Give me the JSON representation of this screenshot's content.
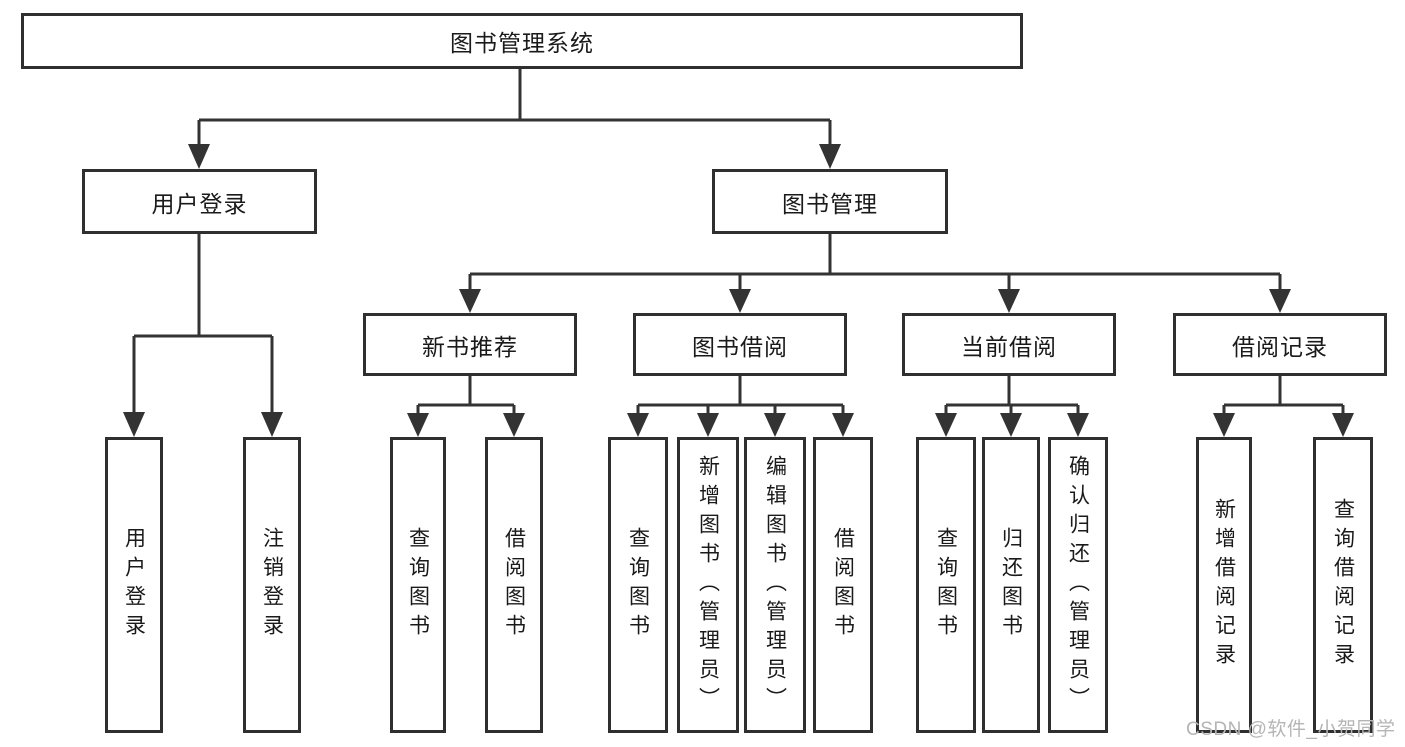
{
  "diagram": {
    "type": "hierarchy-tree",
    "root": {
      "label": "图书管理系统"
    },
    "level2": [
      {
        "label": "用户登录"
      },
      {
        "label": "图书管理"
      }
    ],
    "level3": [
      {
        "label": "新书推荐",
        "parent": "图书管理"
      },
      {
        "label": "图书借阅",
        "parent": "图书管理"
      },
      {
        "label": "当前借阅",
        "parent": "图书管理"
      },
      {
        "label": "借阅记录",
        "parent": "图书管理"
      }
    ],
    "leaves": [
      {
        "label": "用户登录",
        "parent": "用户登录"
      },
      {
        "label": "注销登录",
        "parent": "用户登录"
      },
      {
        "label": "查询图书",
        "parent": "新书推荐"
      },
      {
        "label": "借阅图书",
        "parent": "新书推荐"
      },
      {
        "label": "查询图书",
        "parent": "图书借阅"
      },
      {
        "label": "新增图书（管理员）",
        "parent": "图书借阅"
      },
      {
        "label": "编辑图书（管理员）",
        "parent": "图书借阅"
      },
      {
        "label": "借阅图书",
        "parent": "图书借阅"
      },
      {
        "label": "查询图书",
        "parent": "当前借阅"
      },
      {
        "label": "归还图书",
        "parent": "当前借阅"
      },
      {
        "label": "确认归还（管理员）",
        "parent": "当前借阅"
      },
      {
        "label": "新增借阅记录",
        "parent": "借阅记录"
      },
      {
        "label": "查询借阅记录",
        "parent": "借阅记录"
      }
    ],
    "watermark": "CSDN @软件_小贺同学",
    "colors": {
      "line": "#333333",
      "box_border": "#2f2f2f",
      "box_background": "#ffffff",
      "text": "#1a1a1a",
      "watermark": "#b5b5b5"
    }
  }
}
